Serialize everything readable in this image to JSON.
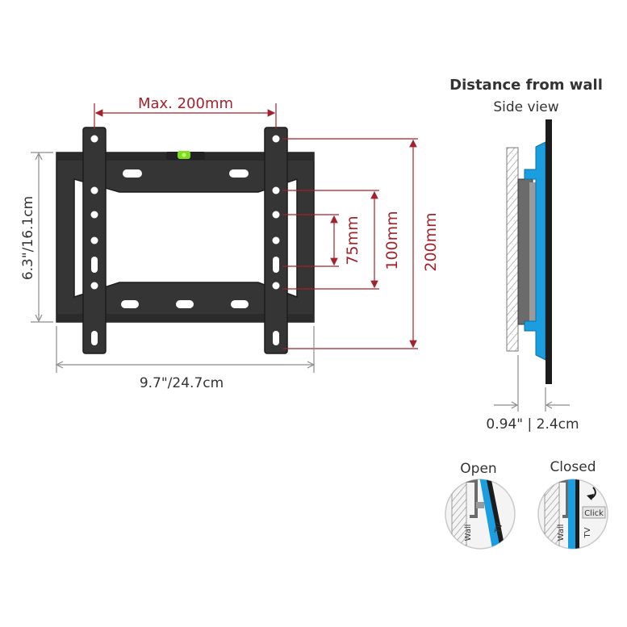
{
  "colors": {
    "accent_red": "#a3222c",
    "dim_grey": "#8c8c8c",
    "bracket": "#353535",
    "bracket_edge": "#1c1c1c",
    "blue_plate": "#1a9ee0",
    "text": "#333333",
    "wall_hatch": "#9a9a9a",
    "level_green": "#7ddc1f"
  },
  "front_view": {
    "vesa_max_label": "Max. 200mm",
    "height_label": "6.3\"/16.1cm",
    "width_label": "9.7\"/24.7cm",
    "vesa_75_label": "75mm",
    "vesa_100_label": "100mm",
    "vesa_200_label": "200mm"
  },
  "side_view": {
    "title": "Distance from wall",
    "subtitle": "Side view",
    "distance_label": "0.94\" | 2.4cm"
  },
  "details": {
    "open_label": "Open",
    "closed_label": "Closed",
    "wall_label": "Wall",
    "tv_label": "TV",
    "click_label": "Click"
  },
  "icons": [
    "spirit-level-icon",
    "click-arrow-icon"
  ]
}
